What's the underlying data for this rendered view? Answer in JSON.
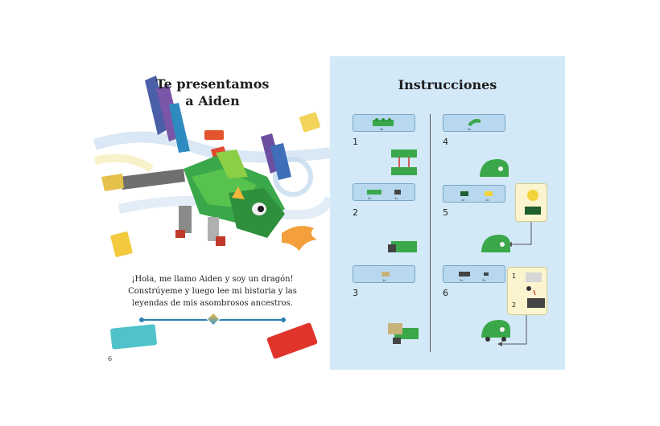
{
  "left_page": {
    "title": [
      "Te presentamos",
      "a Aiden"
    ],
    "intro_lines": [
      "¡Hola, me llamo Aiden y soy un dragón!",
      "Constrúyeme y luego lee mi historia y las",
      "leyendas de mis asombrosos ancestros."
    ],
    "page_number": "6"
  },
  "right_page": {
    "title": "Instrucciones",
    "steps": [
      {
        "number": "1",
        "parts": [
          {
            "qty": "3x"
          }
        ]
      },
      {
        "number": "2",
        "parts": [
          {
            "qty": "2x"
          },
          {
            "qty": "1x"
          }
        ]
      },
      {
        "number": "3",
        "parts": [
          {
            "qty": "1x"
          }
        ]
      },
      {
        "number": "4",
        "parts": [
          {
            "qty": "2x"
          }
        ]
      },
      {
        "number": "5",
        "parts": [
          {
            "qty": "1x"
          },
          {
            "qty": "1x"
          }
        ]
      },
      {
        "number": "6",
        "parts": [
          {
            "qty": "2x"
          },
          {
            "qty": "2x"
          }
        ]
      }
    ],
    "sub_steps": [
      "1",
      "2"
    ]
  },
  "colors": {
    "right_page_bg": "#d3e9f8",
    "step_box": "#b7d8ef",
    "lego_green": "#3aa84a",
    "accent_blue": "#2b7fb5"
  }
}
